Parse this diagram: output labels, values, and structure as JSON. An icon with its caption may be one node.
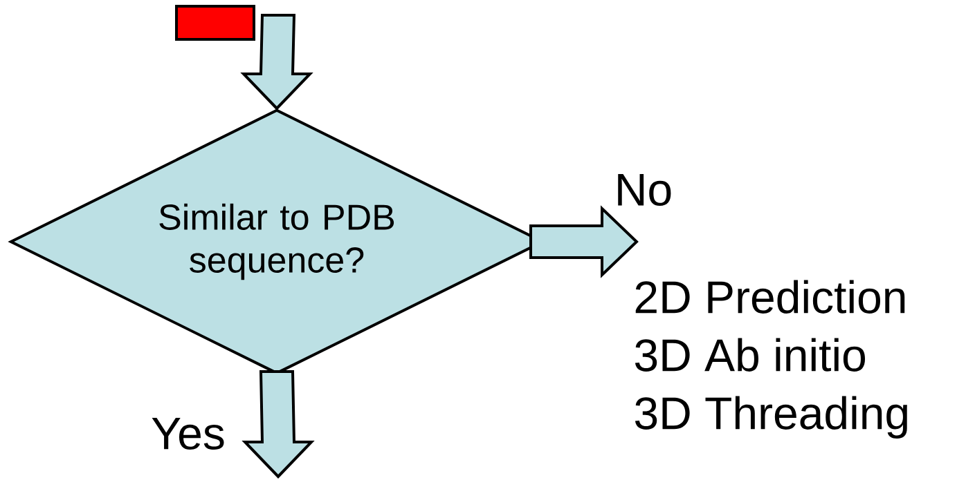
{
  "diagram": {
    "nodes": [
      {
        "text": [],
        "shape": "box"
      },
      {
        "text": [
          "Similar to PDB sequence?"
        ]
      },
      {
        "text": [
          "2D Prediction",
          "3D Ab initio",
          "3D Threading"
        ]
      }
    ],
    "edges": [
      {
        "from": null,
        "to": 1,
        "arrow": "to"
      },
      {
        "from": 1,
        "to": 2,
        "arrow": "to",
        "label": "No"
      },
      {
        "from": 1,
        "to": null,
        "arrow": "to",
        "label": "Yes"
      }
    ]
  }
}
